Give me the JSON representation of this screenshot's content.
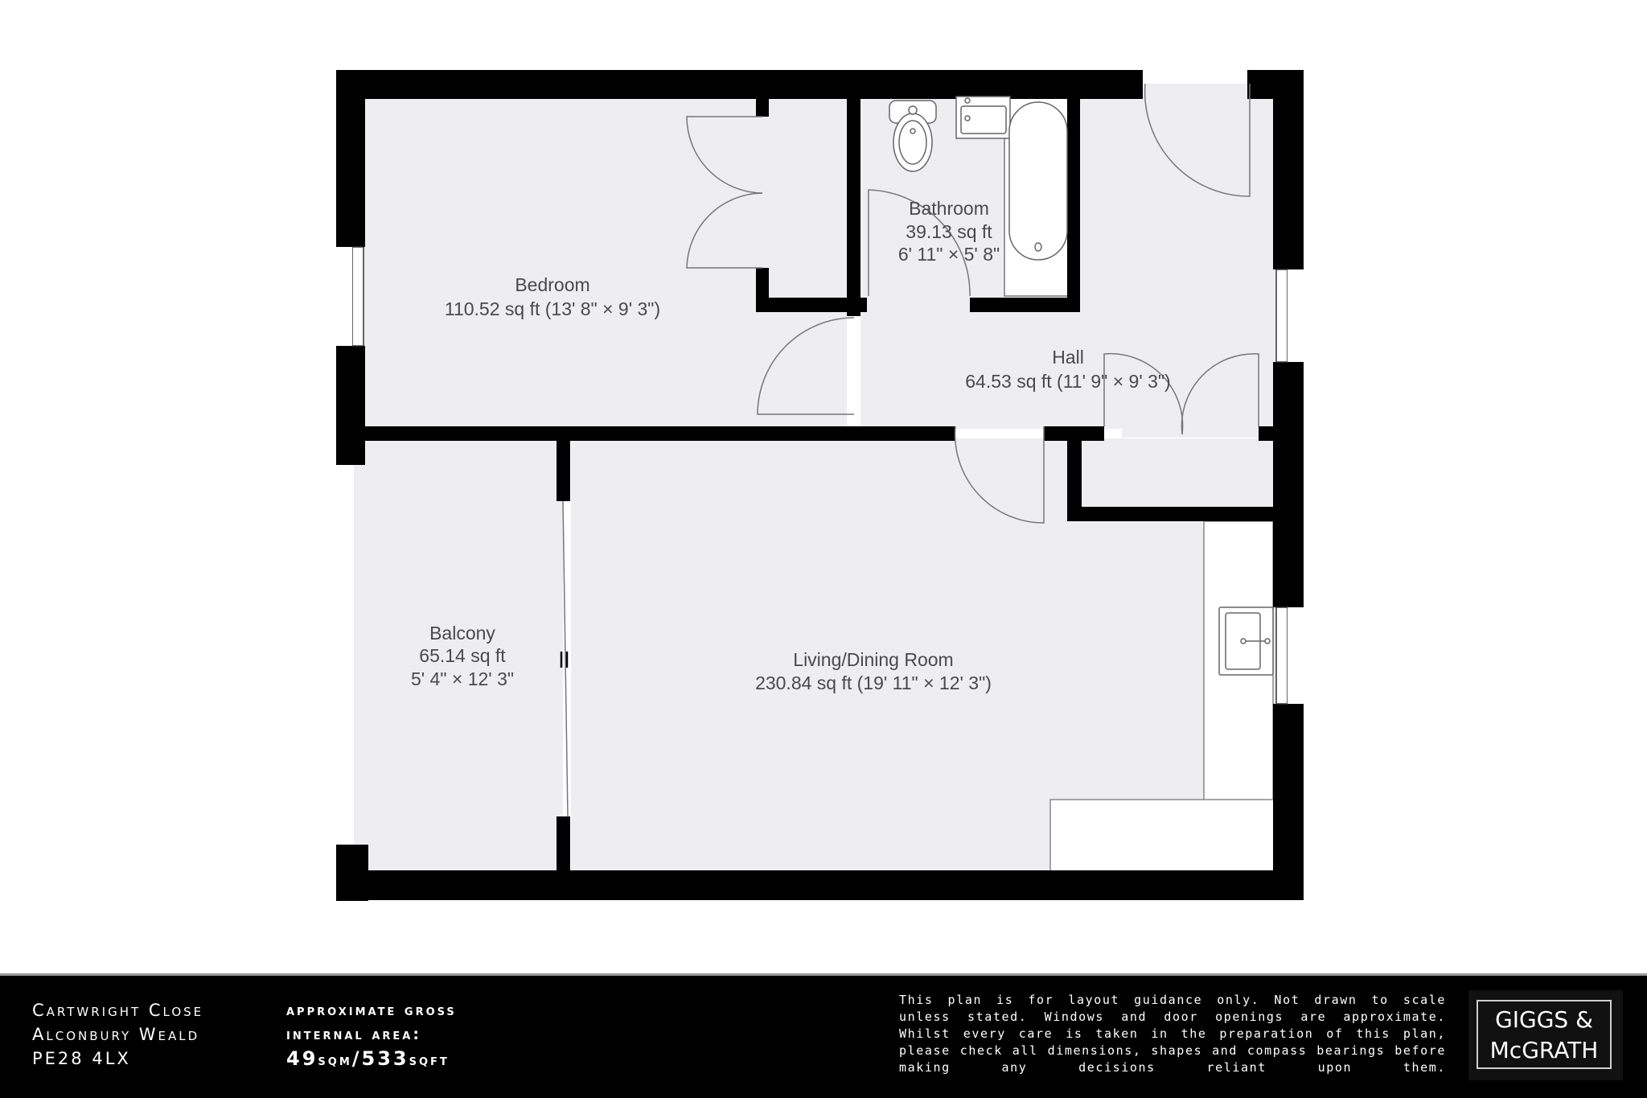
{
  "floorplan": {
    "rooms": [
      {
        "id": "bedroom",
        "name": "Bedroom",
        "line2": "110.52 sq ft (13' 8\" × 9' 3\")",
        "line3": ""
      },
      {
        "id": "bathroom",
        "name": "Bathroom",
        "line2": "39.13 sq ft",
        "line3": "6' 11\" × 5' 8\""
      },
      {
        "id": "hall",
        "name": "Hall",
        "line2": "64.53 sq ft (11' 9\" × 9' 3\")",
        "line3": ""
      },
      {
        "id": "balcony",
        "name": "Balcony",
        "line2": "65.14 sq ft",
        "line3": "5' 4\" × 12' 3\""
      },
      {
        "id": "living",
        "name": "Living/Dining Room",
        "line2": "230.84 sq ft (19' 11\" × 12' 3\")",
        "line3": ""
      }
    ],
    "fixtures": [
      "toilet-icon",
      "washbasin-icon",
      "bathtub-icon",
      "kitchen-sink-icon"
    ],
    "colors": {
      "wall": "#000000",
      "floor": "#eeeef0",
      "fixture_fill": "#ffffff",
      "fixture_stroke": "#6b6b6b"
    }
  },
  "footer": {
    "address": [
      "Cartwright Close",
      "Alconbury Weald",
      "PE28 4LX"
    ],
    "area_line1": "approximate gross",
    "area_line2": "internal area:",
    "area_sqm_value": "49",
    "area_sqm_unit": "sqm",
    "area_sep": "/",
    "area_sqft_value": "533",
    "area_sqft_unit": "sqft",
    "disclaimer": "This plan is for layout guidance only. Not drawn to scale unless stated. Windows and door openings are approximate. Whilst every care is taken in the preparation of this plan, please check all dimensions, shapes and compass bearings before making any decisions reliant upon them.",
    "logo_line1": "GIGGS &",
    "logo_line2": "McGRATH",
    "colors": {
      "background": "#000000",
      "text": "#ffffff"
    }
  }
}
